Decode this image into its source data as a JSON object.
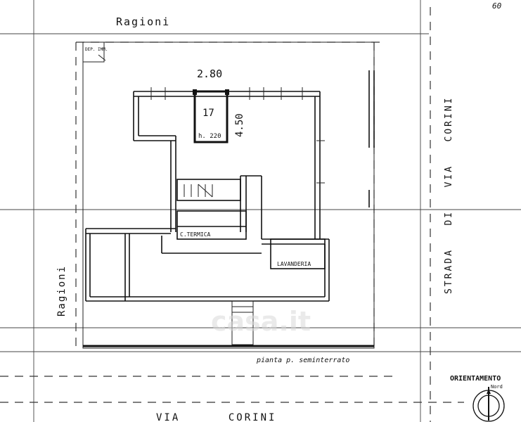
{
  "labels": {
    "top_ragioni": "Ragioni",
    "left_ragioni": "Ragioni",
    "bottom_street": "VIA      CORINI",
    "right_street": "STRADA   DI   VIA   CORINI",
    "dep_imm": "DEP. IMM.",
    "dimension_width": "2.80",
    "dimension_height": "4.50",
    "room_number": "17",
    "room_height": "h. 220",
    "centrale_termica": "C.TERMICA",
    "lavanderia": "LAVANDERIA",
    "plan_caption": "pianta p. seminterrato",
    "orientamento": "ORIENTAMENTO",
    "nord": "Nord",
    "corner_mark": "60",
    "watermark": "casa.it"
  }
}
